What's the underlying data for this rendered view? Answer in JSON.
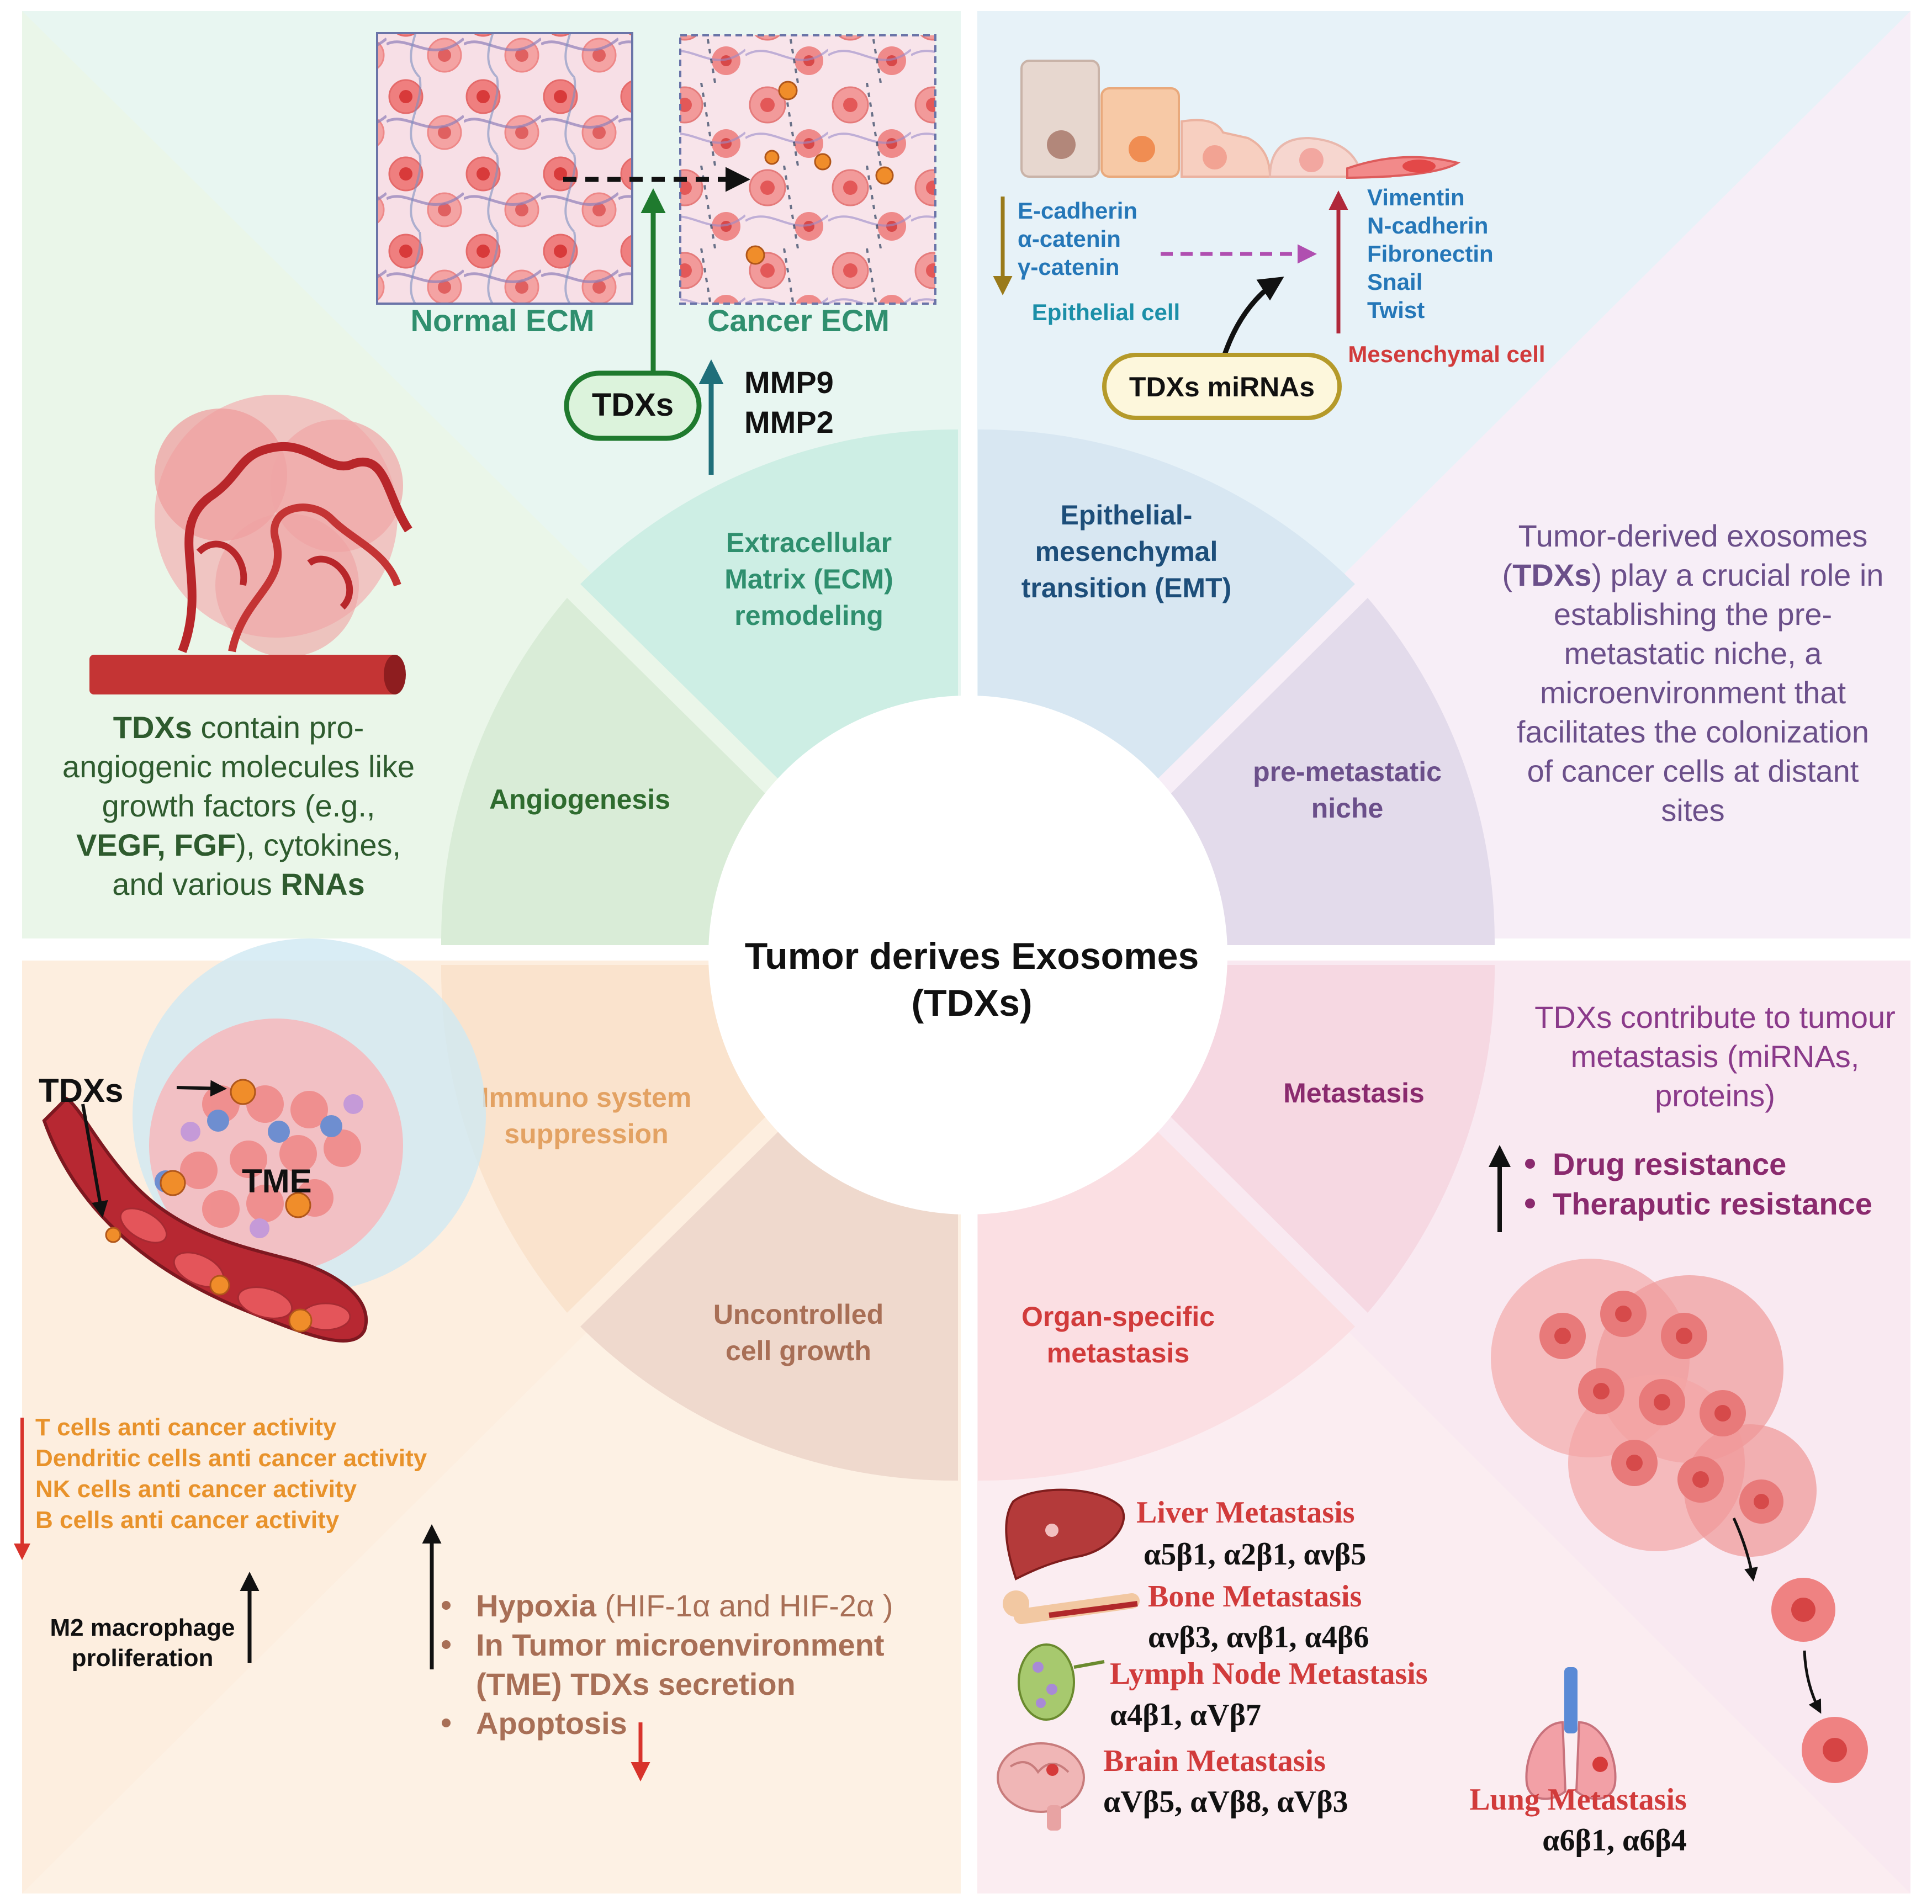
{
  "colors": {
    "ecm": "#2f8f6e",
    "emt": "#1d4e7a",
    "angio": "#2e6b2e",
    "niche": "#6b4f8a",
    "immuno": "#e3a263",
    "growth": "#a86f56",
    "metastasis": "#8a2a6e",
    "organ": "#d13b3b",
    "cyanText": "#1b8fa8",
    "blueText": "#2577b8",
    "orange": "#e8922b",
    "tdxGreen": "#2f8f3e",
    "tdxGold": "#b59a2a"
  },
  "center": {
    "title_line1": "Tumor derives Exosomes",
    "title_line2": "(TDXs)"
  },
  "segments": {
    "ecm": [
      "Extracellular",
      "Matrix (ECM)",
      "remodeling"
    ],
    "emt": [
      "Epithelial-",
      "mesenchymal",
      "transition (EMT)"
    ],
    "angiogenesis": [
      "Angiogenesis"
    ],
    "niche": [
      "pre-metastatic",
      "niche"
    ],
    "immuno": [
      "Immuno system",
      "suppression"
    ],
    "metastasis": [
      "Metastasis"
    ],
    "growth": [
      "Uncontrolled",
      "cell growth"
    ],
    "organ": [
      "Organ-specific",
      "metastasis"
    ]
  },
  "ecm_panel": {
    "normal_label": "Normal ECM",
    "cancer_label": "Cancer ECM",
    "tdxs_badge": "TDXs",
    "mmp9": "MMP9",
    "mmp2": "MMP2"
  },
  "emt_panel": {
    "down_markers": [
      "E-cadherin",
      "α-catenin",
      "γ-catenin"
    ],
    "epithelial_label": "Epithelial cell",
    "up_markers": [
      "Vimentin",
      "N-cadherin",
      "Fibronectin",
      "Snail",
      "Twist"
    ],
    "mesenchymal_label": "Mesenchymal cell",
    "badge": "TDXs miRNAs"
  },
  "angio_panel": {
    "lines": [
      [
        {
          "t": "TDXs",
          "b": true
        },
        {
          "t": " contain pro-",
          "b": false
        }
      ],
      [
        {
          "t": "angiogenic molecules like",
          "b": false
        }
      ],
      [
        {
          "t": "growth factors (e.g.,",
          "b": false
        }
      ],
      [
        {
          "t": "VEGF, FGF",
          "b": true
        },
        {
          "t": "), cytokines,",
          "b": false
        }
      ],
      [
        {
          "t": "and various ",
          "b": false
        },
        {
          "t": "RNAs",
          "b": true
        }
      ]
    ]
  },
  "niche_panel": {
    "lines": [
      [
        {
          "t": "Tumor-derived exosomes",
          "b": false
        }
      ],
      [
        {
          "t": "(",
          "b": false
        },
        {
          "t": "TDXs",
          "b": true
        },
        {
          "t": ") play a crucial role in",
          "b": false
        }
      ],
      [
        {
          "t": "establishing the pre-",
          "b": false
        }
      ],
      [
        {
          "t": "metastatic niche, a",
          "b": false
        }
      ],
      [
        {
          "t": "microenvironment that",
          "b": false
        }
      ],
      [
        {
          "t": "facilitates the colonization",
          "b": false
        }
      ],
      [
        {
          "t": "of cancer cells at distant",
          "b": false
        }
      ],
      [
        {
          "t": "sites",
          "b": false
        }
      ]
    ]
  },
  "immuno_panel": {
    "tdxs_label": "TDXs",
    "tme_label": "TME",
    "activities": [
      "T cells anti cancer activity",
      "Dendritic cells  anti cancer activity",
      "NK cells  anti cancer activity",
      "B cells   anti cancer activity"
    ],
    "m2_line1": "M2 macrophage",
    "m2_line2": "proliferation"
  },
  "growth_panel": {
    "bullets": [
      {
        "bold": "Hypoxia",
        "normal": " (HIF-1α and HIF-2α )"
      },
      {
        "bold": "In Tumor microenvironment",
        "normal": ""
      },
      {
        "bold": "(TME) TDXs secretion",
        "normal": "",
        "nodot": true
      },
      {
        "bold": "Apoptosis",
        "normal": ""
      }
    ]
  },
  "metastasis_panel": {
    "lines": [
      "TDXs contribute to tumour",
      "metastasis (miRNAs,",
      "proteins)"
    ],
    "bullets": [
      "Drug resistance",
      "Theraputic resistance"
    ]
  },
  "organ_panel": {
    "items": [
      {
        "name": "Liver Metastasis",
        "integrins": "α5β1, α2β1, ανβ5"
      },
      {
        "name": "Bone Metastasis",
        "integrins": "ανβ3, ανβ1, α4β6"
      },
      {
        "name": "Lymph Node Metastasis",
        "integrins": "α4β1, αVβ7"
      },
      {
        "name": "Brain Metastasis",
        "integrins": "αVβ5, αVβ8, αVβ3"
      }
    ],
    "lung": {
      "name": "Lung Metastasis",
      "integrins": "α6β1, α6β4"
    }
  }
}
